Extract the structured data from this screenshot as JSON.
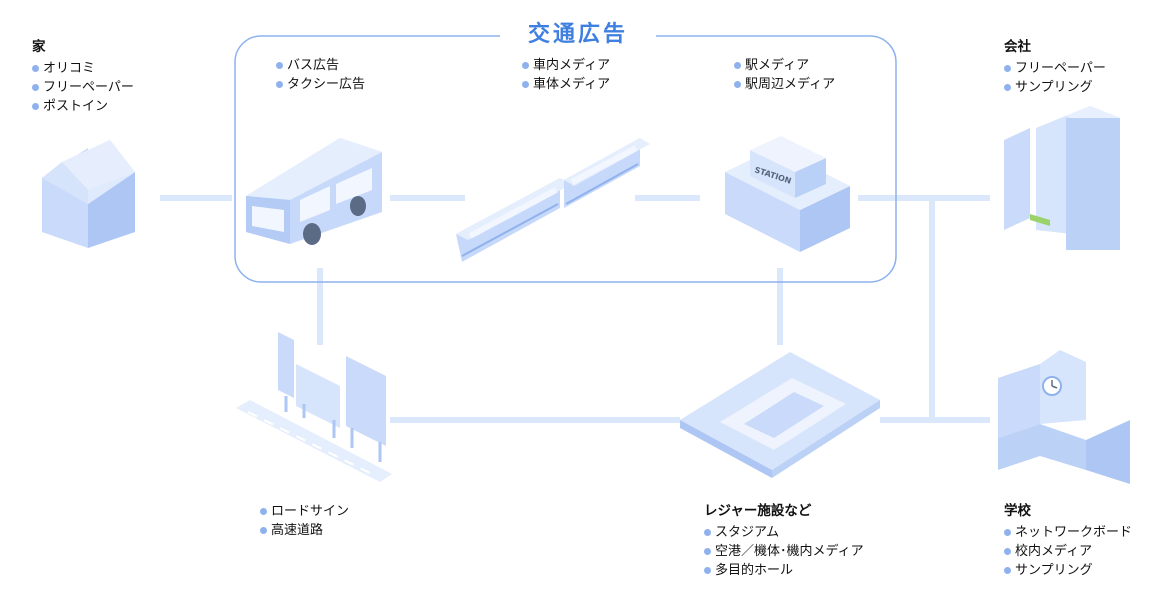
{
  "title": "交通広告",
  "colors": {
    "accent": "#3f7fe0",
    "line": "#dbe7fb",
    "box_border": "#8db2ee",
    "bullet": "#8fb1ee",
    "shape_light": "#e5eefd",
    "shape_mid": "#c7d9fa",
    "shape_dark": "#aec6f4"
  },
  "nodes": {
    "home": {
      "title": "家",
      "items": [
        "オリコミ",
        "フリーペーパー",
        "ポストイン"
      ]
    },
    "bus": {
      "items": [
        "バス広告",
        "タクシー広告"
      ]
    },
    "train": {
      "items": [
        "車内メディア",
        "車体メディア"
      ]
    },
    "station": {
      "items": [
        "駅メディア",
        "駅周辺メディア"
      ],
      "sign_text": "STATION"
    },
    "company": {
      "title": "会社",
      "items": [
        "フリーペーパー",
        "サンプリング"
      ]
    },
    "road": {
      "items": [
        "ロードサイン",
        "高速道路"
      ]
    },
    "leisure": {
      "title": "レジャー施設など",
      "items": [
        "スタジアム",
        "空港／機体･機内メディア",
        "多目的ホール"
      ]
    },
    "school": {
      "title": "学校",
      "items": [
        "ネットワークボード",
        "校内メディア",
        "サンプリング"
      ]
    }
  }
}
